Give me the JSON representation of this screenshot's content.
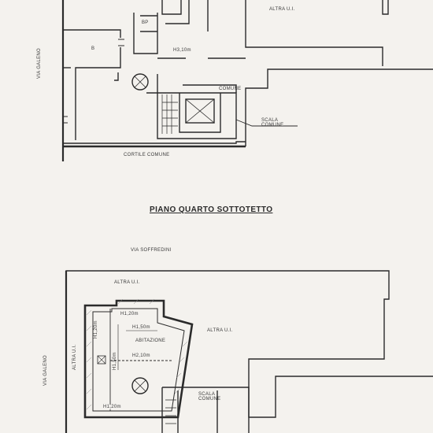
{
  "upper": {
    "altra_top": "ALTRA U.I.",
    "via_galeno": "VIA GALENO",
    "room_b": "B",
    "room_bp": "BP",
    "height": "H3,10m",
    "comune": "COMUNE",
    "scala_comune": "SCALA COMUNE",
    "cortile": "CORTILE COMUNE"
  },
  "heading": "PIANO QUARTO SOTTOTETTO",
  "lower": {
    "via_sofredini": "VIA SOFFREDINI",
    "altra_top": "ALTRA U.I.",
    "altra_right": "ALTRA U.I.",
    "altra_left": "ALTRA U.I.",
    "via_galeno": "VIA GALENO",
    "h_top": "H1,20m",
    "h_mid": "H1,50m",
    "abitazione": "ABITAZIONE",
    "h_main": "H2,10m",
    "h_left": "H1,20m",
    "h_inner": "H1,50m",
    "h_bottom": "H1,20m",
    "scala_comune": "SCALA COMUNE"
  }
}
